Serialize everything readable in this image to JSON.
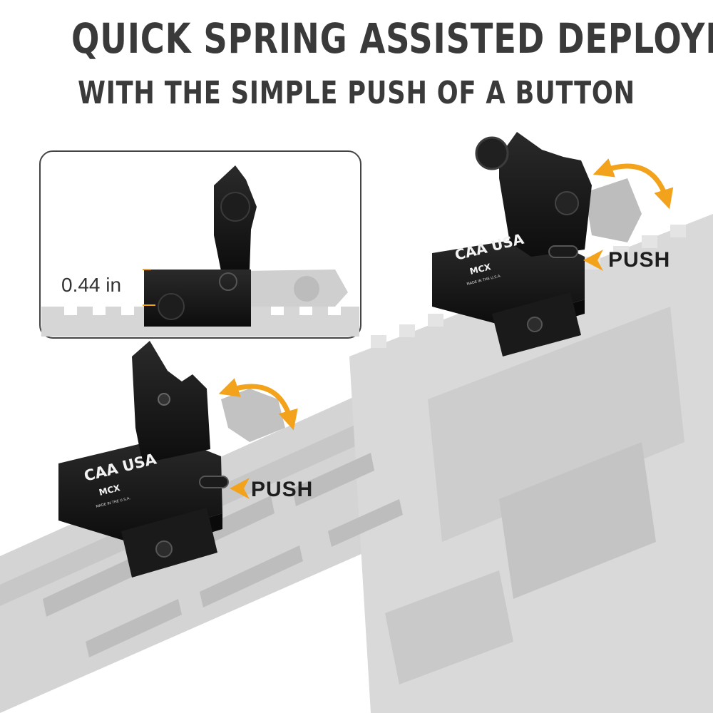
{
  "headline": {
    "title": "QUICK SPRING ASSISTED DEPLOYMENT",
    "subtitle": "WITH THE SIMPLE PUSH OF A BUTTON"
  },
  "inset": {
    "dimension_label": "0.44 in"
  },
  "callouts": {
    "rear_sight_push": "PUSH",
    "front_sight_push": "PUSH"
  },
  "brand": {
    "logo_text": "CAA USA",
    "logo_mark": "MCX",
    "made_in": "MADE IN THE U.S.A."
  },
  "colors": {
    "headline": "#3a3a3a",
    "accent_orange": "#f2a21b",
    "rail_gray": "#d6d6d6",
    "sight_black": "#151515"
  },
  "icons": [
    "pivot-arrow-icon",
    "push-arrow-icon"
  ]
}
